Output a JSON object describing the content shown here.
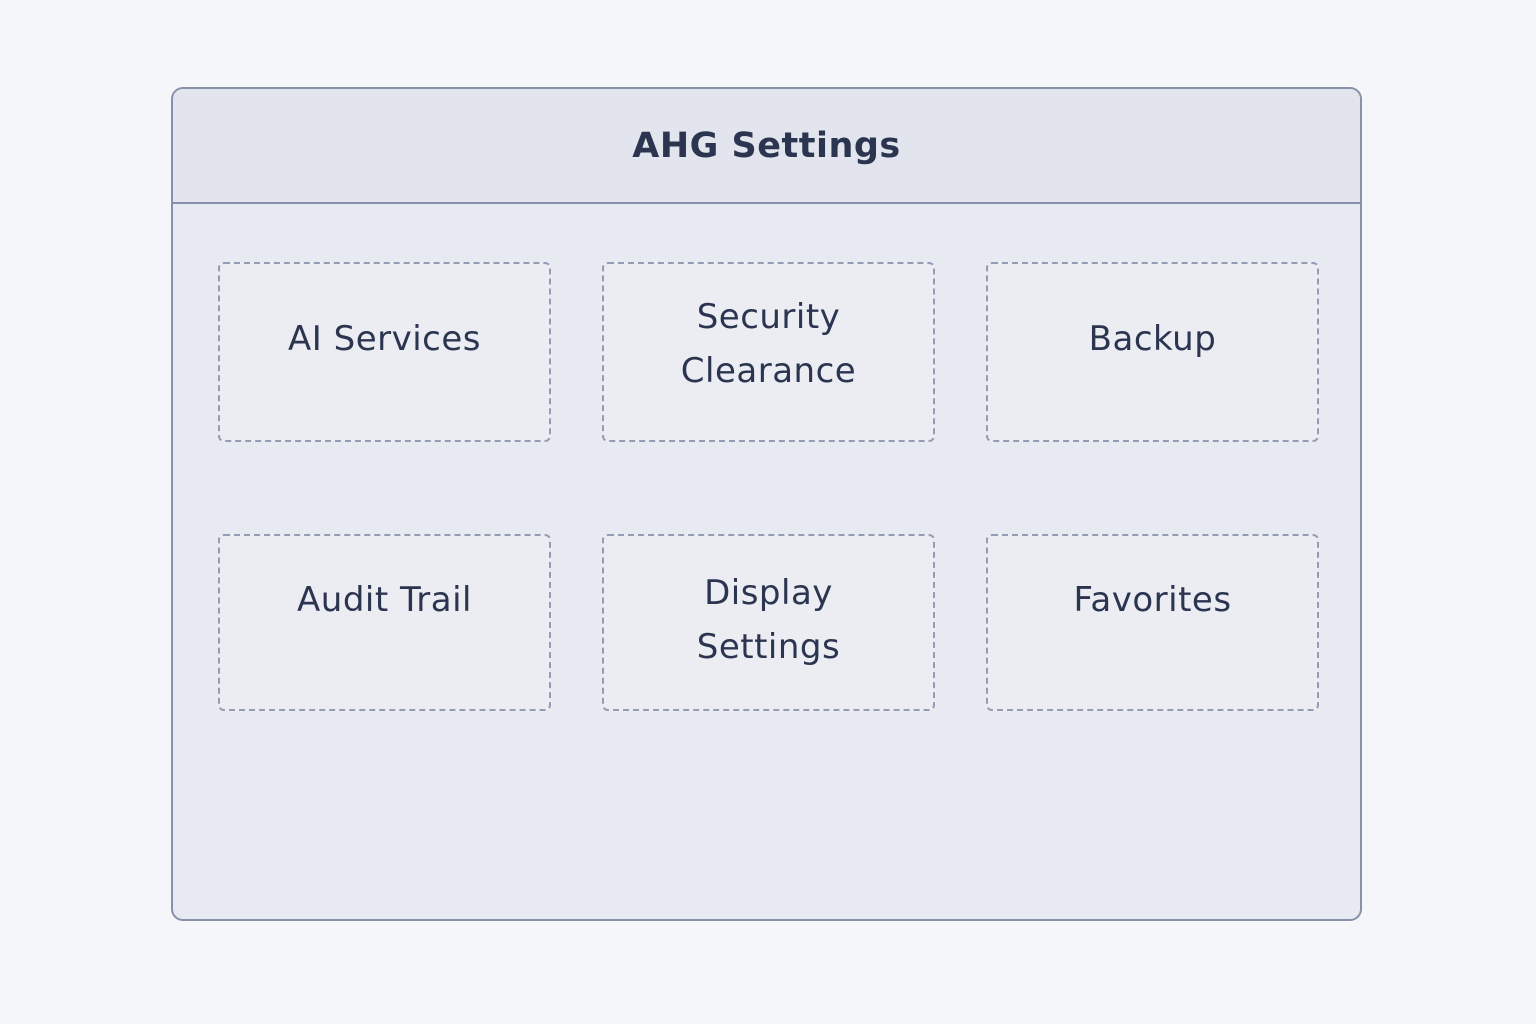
{
  "window": {
    "title": "AHG Settings"
  },
  "cards": [
    {
      "label": "AI Services"
    },
    {
      "label": "Security Clearance"
    },
    {
      "label": "Backup"
    },
    {
      "label": "Audit Trail"
    },
    {
      "label": "Display Settings"
    },
    {
      "label": "Favorites"
    }
  ],
  "colors": {
    "background": "#f5f6f9",
    "window_fill": "#e8eaf1",
    "header_fill": "#e2e5ed",
    "border": "#8791ab",
    "text": "#2b3550"
  }
}
